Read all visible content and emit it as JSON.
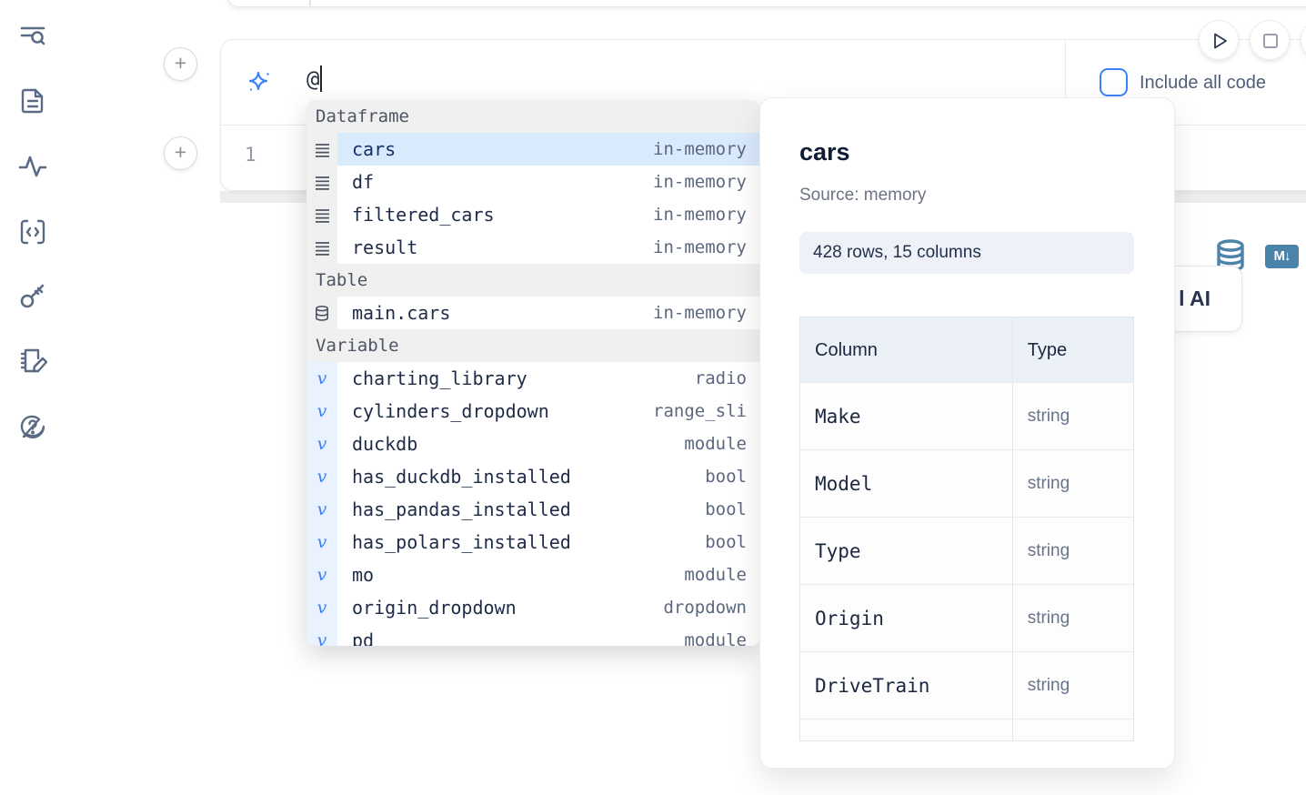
{
  "glyphs": {
    "plus": "+",
    "variable": "v",
    "markdown": "M↓",
    "question": "?",
    "code_brackets": "<>"
  },
  "sidebar": {
    "icons": [
      "toc-search",
      "document",
      "activity",
      "code-block",
      "key",
      "notebook-edit",
      "help-chat"
    ]
  },
  "run_controls": {
    "buttons": [
      "run-cell",
      "stop-kernel",
      "partial-hidden"
    ]
  },
  "cell": {
    "ai_prompt": {
      "value": "@"
    },
    "include_all_code_label": "Include all code",
    "line_number": "1"
  },
  "autocomplete": {
    "sections": [
      {
        "label": "Dataframe",
        "items": [
          {
            "name": "cars",
            "type": "in-memory",
            "selected": true
          },
          {
            "name": "df",
            "type": "in-memory"
          },
          {
            "name": "filtered_cars",
            "type": "in-memory"
          },
          {
            "name": "result",
            "type": "in-memory"
          }
        ]
      },
      {
        "label": "Table",
        "items": [
          {
            "name": "main.cars",
            "type": "in-memory"
          }
        ]
      },
      {
        "label": "Variable",
        "items": [
          {
            "name": "charting_library",
            "type": "radio"
          },
          {
            "name": "cylinders_dropdown",
            "type": "range_sli"
          },
          {
            "name": "duckdb",
            "type": "module"
          },
          {
            "name": "has_duckdb_installed",
            "type": "bool"
          },
          {
            "name": "has_pandas_installed",
            "type": "bool"
          },
          {
            "name": "has_polars_installed",
            "type": "bool"
          },
          {
            "name": "mo",
            "type": "module"
          },
          {
            "name": "origin_dropdown",
            "type": "dropdown"
          },
          {
            "name": "pd",
            "type": "module"
          }
        ]
      }
    ]
  },
  "preview": {
    "title": "cars",
    "source_label": "Source: memory",
    "shape_badge": "428 rows, 15 columns",
    "table": {
      "headers": [
        "Column",
        "Type"
      ],
      "rows": [
        [
          "Make",
          "string"
        ],
        [
          "Model",
          "string"
        ],
        [
          "Type",
          "string"
        ],
        [
          "Origin",
          "string"
        ],
        [
          "DriveTrain",
          "string"
        ]
      ]
    }
  },
  "ai_button_fragment": "l AI",
  "colors": {
    "accent": "#3b82f6",
    "selected_row": "#d9eafc",
    "steel_icon": "#4c83aa",
    "sidebar_icon": "#5b6b85"
  }
}
